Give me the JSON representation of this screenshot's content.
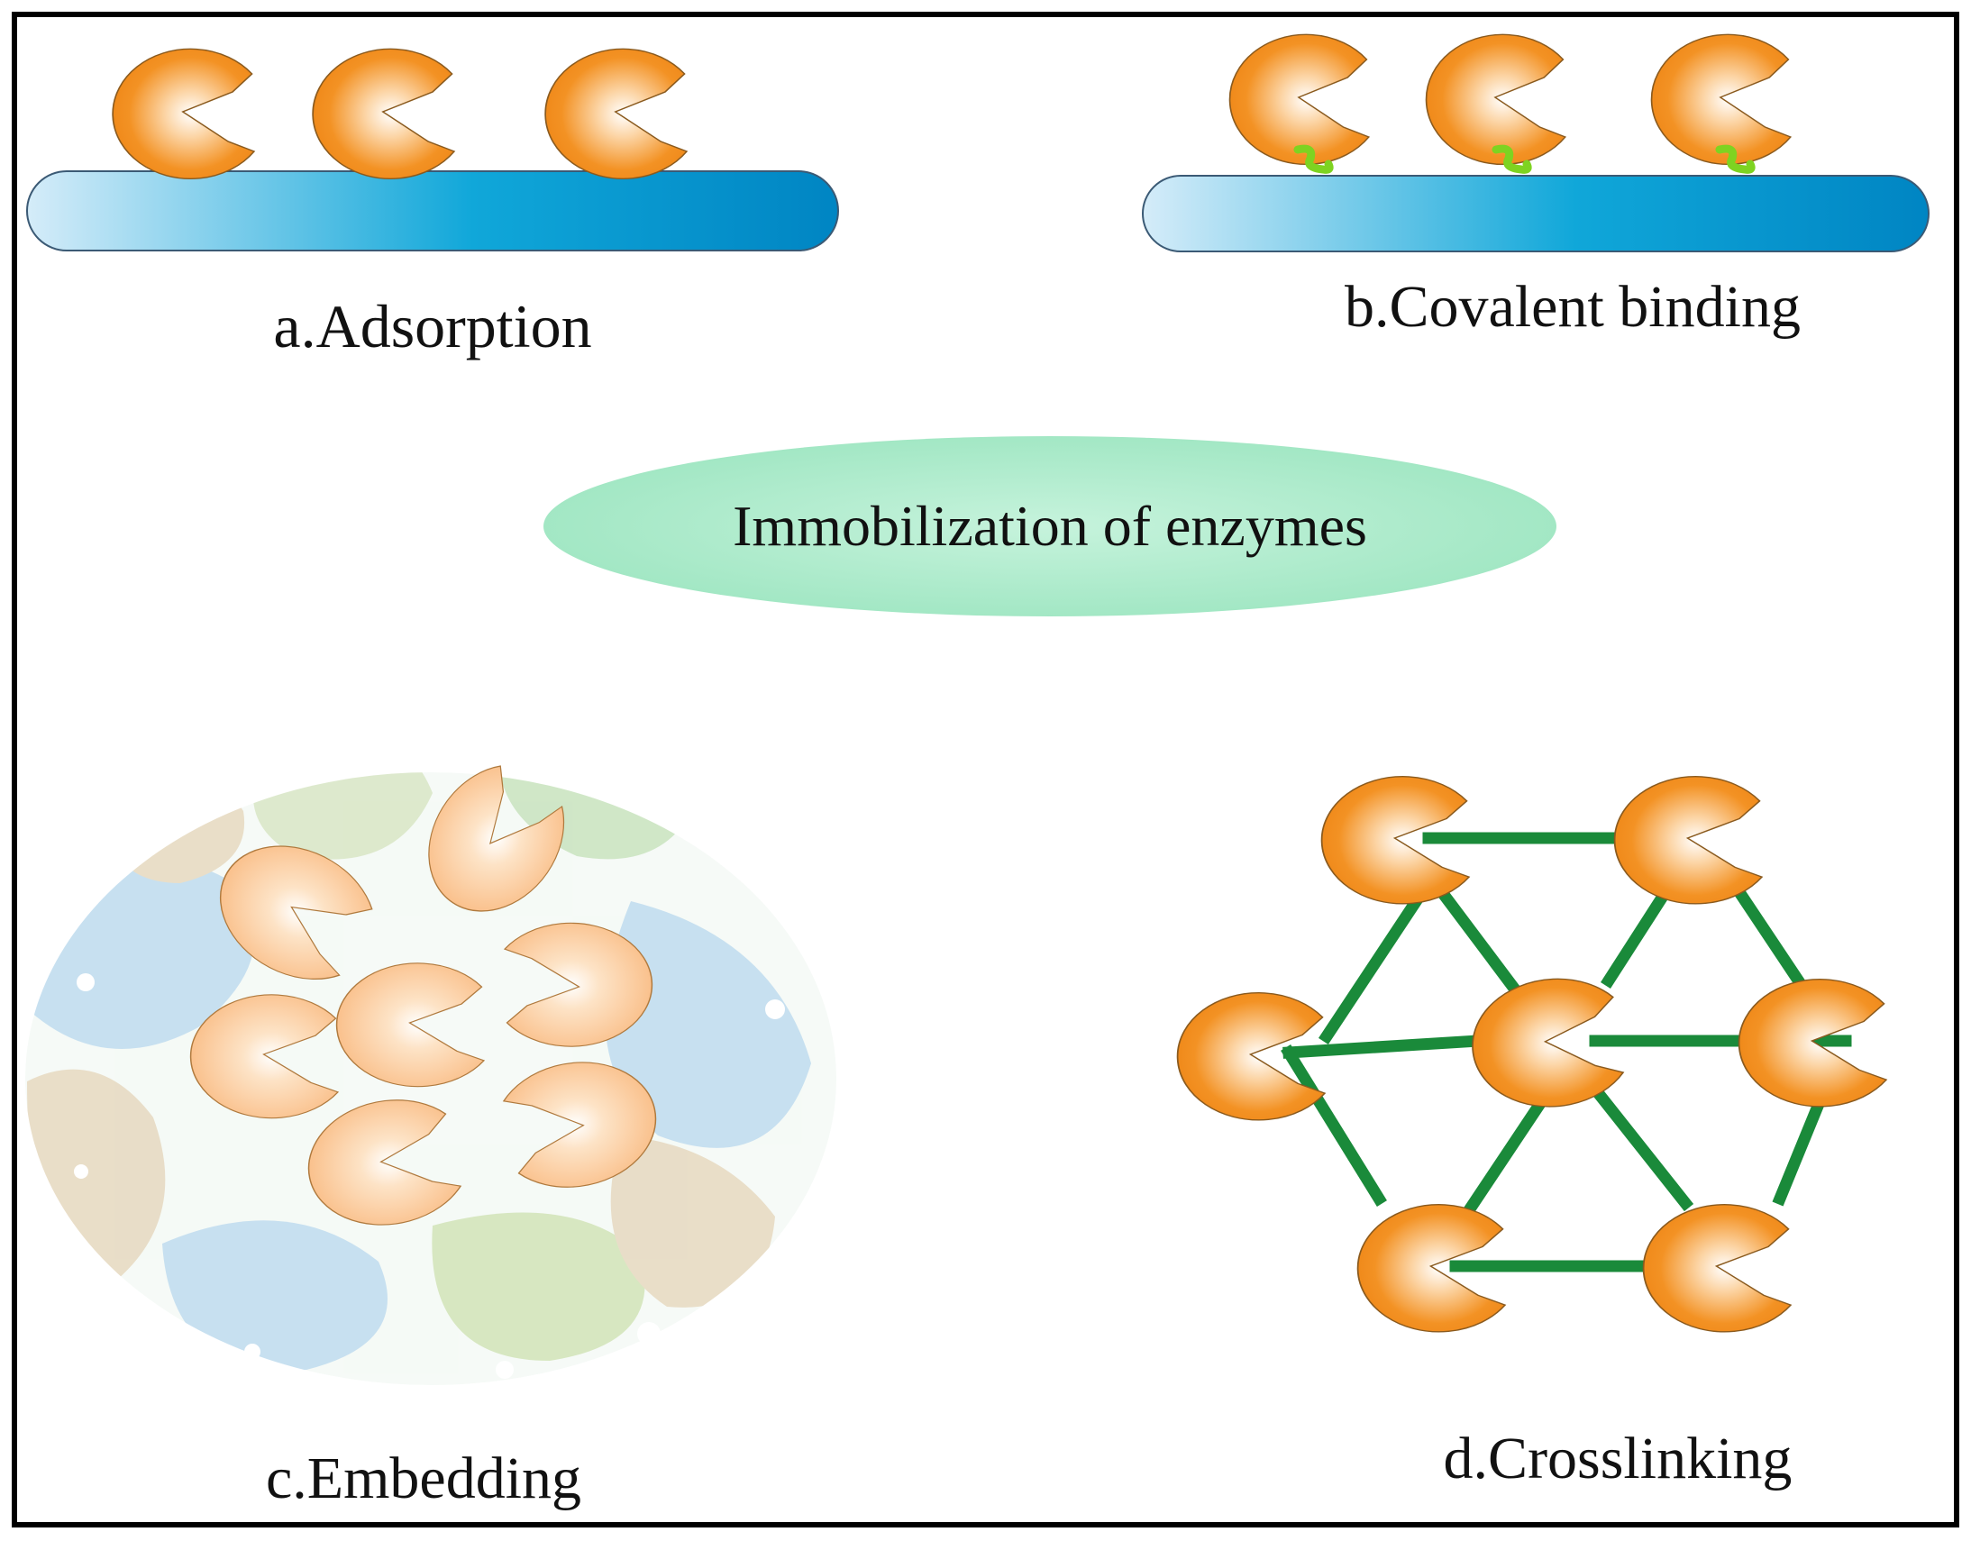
{
  "title": "Immobilization of enzymes",
  "panels": {
    "a": {
      "label": "a.Adsorption"
    },
    "b": {
      "label": "b.Covalent binding"
    },
    "c": {
      "label": "c.Embedding"
    },
    "d": {
      "label": "d.Crosslinking"
    }
  },
  "colors": {
    "enzyme_orange": "#f39224",
    "enzyme_light": "#ffffff",
    "carrier_blue": "#0a96cf",
    "carrier_light": "#cfe8f7",
    "covalent_linker": "#7ed321",
    "crosslink_green": "#1a8a3a",
    "title_ellipse": "#a6ecc6",
    "frame": "#000000"
  },
  "icons": [
    "enzyme-pacman-icon",
    "carrier-bar",
    "covalent-linker-icon",
    "crosslink-bond",
    "gel-matrix"
  ]
}
